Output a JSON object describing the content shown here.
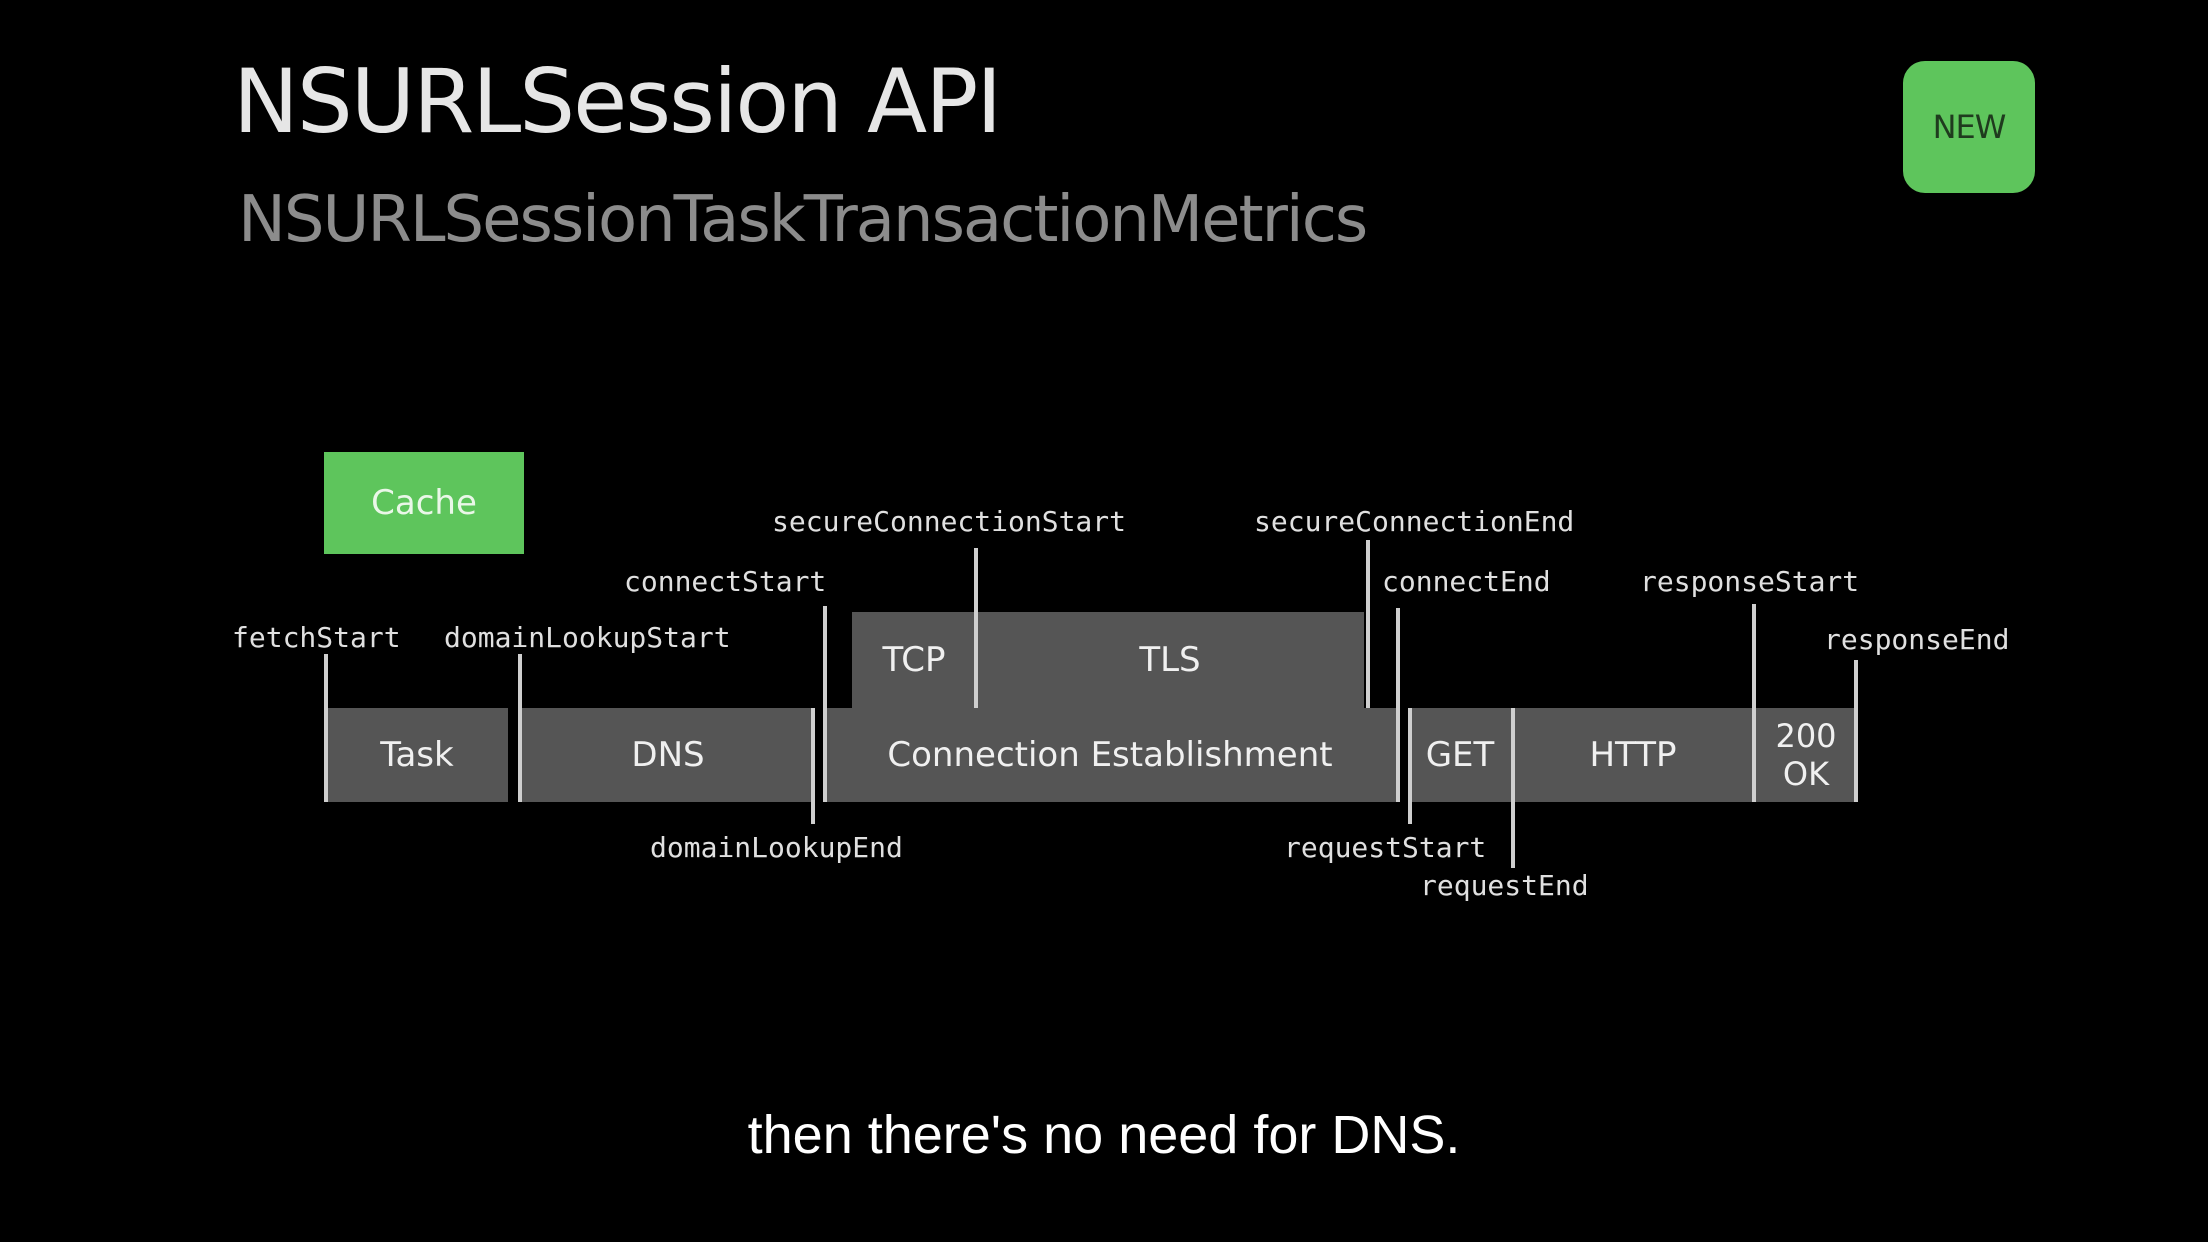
{
  "slide": {
    "title": "NSURLSession API",
    "subtitle": "NSURLSessionTaskTransactionMetrics",
    "badge": "NEW"
  },
  "diagram": {
    "phases": {
      "cache": "Cache",
      "task": "Task",
      "dns": "DNS",
      "connection": "Connection Establishment",
      "tcp": "TCP",
      "tls": "TLS",
      "get": "GET",
      "http": "HTTP",
      "status_code": "200",
      "status_text": "OK"
    },
    "markers": {
      "fetchStart": "fetchStart",
      "domainLookupStart": "domainLookupStart",
      "domainLookupEnd": "domainLookupEnd",
      "connectStart": "connectStart",
      "secureConnectionStart": "secureConnectionStart",
      "secureConnectionEnd": "secureConnectionEnd",
      "connectEnd": "connectEnd",
      "requestStart": "requestStart",
      "requestEnd": "requestEnd",
      "responseStart": "responseStart",
      "responseEnd": "responseEnd"
    },
    "colors": {
      "cache": "#5ec55c",
      "phase": "#555555",
      "badge": "#5ec55c"
    }
  },
  "caption": "then there's no need for DNS."
}
